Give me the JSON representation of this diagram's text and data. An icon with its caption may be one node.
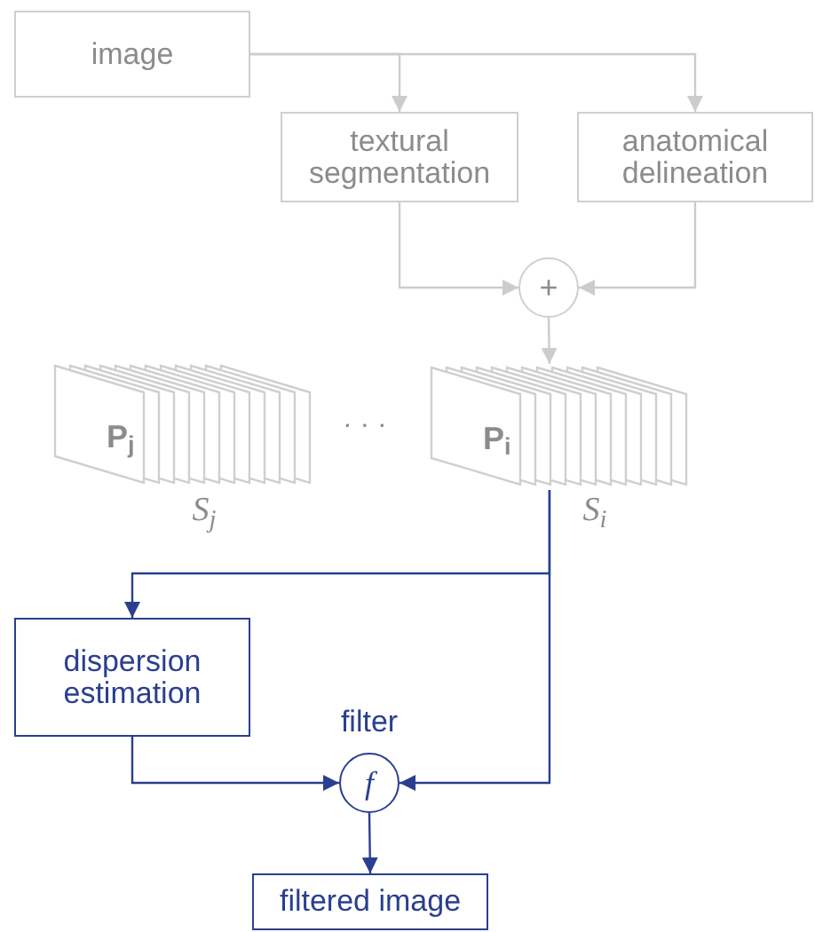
{
  "diagram": {
    "nodes": [
      {
        "text": [
          "image"
        ]
      },
      {
        "text": [
          "textural segmentation"
        ]
      },
      {
        "text": [
          "anatomical delineation"
        ]
      },
      {
        "text": [
          "+"
        ]
      },
      {
        "text": [
          "P$_{j}$"
        ],
        "beside": [
          "S$_{j}$"
        ]
      },
      {
        "text": [
          "P$_{i}$"
        ],
        "beside": [
          "S$_{i}$"
        ]
      },
      {
        "text": [
          "dispersion estimation"
        ]
      },
      {
        "text": [
          "f"
        ],
        "beside": [
          "filter"
        ]
      },
      {
        "text": [
          "filtered image"
        ]
      }
    ],
    "edges": [
      {
        "from": 0,
        "to": 1,
        "arrow": "to"
      },
      {
        "from": 0,
        "to": 2,
        "arrow": "to"
      },
      {
        "from": 1,
        "to": 3,
        "arrow": "to"
      },
      {
        "from": 2,
        "to": 3,
        "arrow": "to"
      },
      {
        "from": 3,
        "to": 5,
        "arrow": "to"
      },
      {
        "from": 5,
        "to": 6,
        "arrow": "to",
        "color": "#2a3f8f"
      },
      {
        "from": 5,
        "to": 7,
        "arrow": "to",
        "color": "#2a3f8f"
      },
      {
        "from": 6,
        "to": 7,
        "arrow": "to",
        "color": "#2a3f8f"
      },
      {
        "from": 7,
        "to": 8,
        "arrow": "to",
        "color": "#2a3f8f"
      }
    ],
    "labels": [
      "· · ·"
    ]
  }
}
